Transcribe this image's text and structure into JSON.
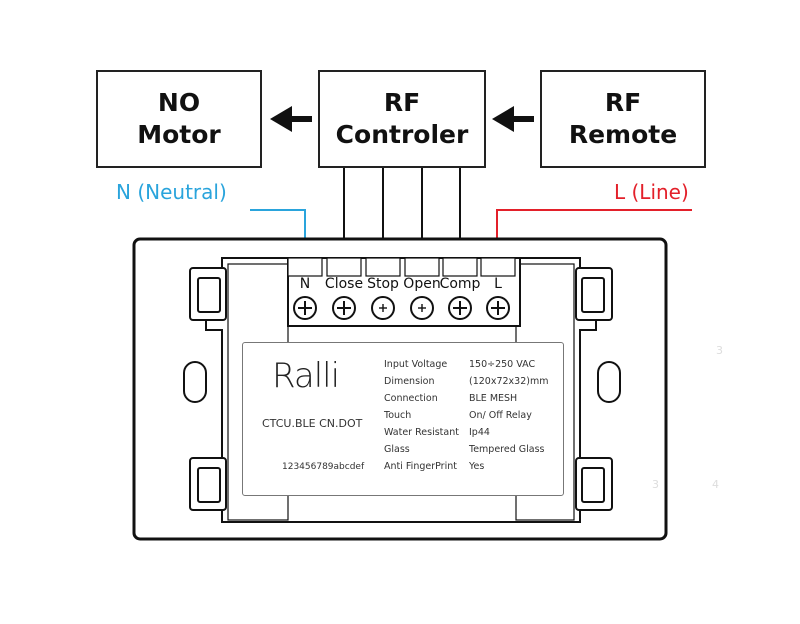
{
  "boxes": {
    "motor": {
      "line1": "NO",
      "line2": "Motor"
    },
    "controller": {
      "line1": "RF",
      "line2": "Controler"
    },
    "remote": {
      "line1": "RF",
      "line2": "Remote"
    }
  },
  "wires": {
    "neutral_label": "N (Neutral)",
    "line_label": "L (Line)",
    "neutral_color": "#2aa4dc",
    "line_color": "#e3202a"
  },
  "terminals": [
    "N",
    "Close",
    "Stop",
    "Open",
    "Comp",
    "L"
  ],
  "device_label": {
    "brand": "Ralli",
    "model": "CTCU.BLE CN.DOT",
    "serial": "123456789abcdef",
    "specs": [
      {
        "key": "Input Voltage",
        "value": "150÷250 VAC"
      },
      {
        "key": "Dimension",
        "value": "(120x72x32)mm"
      },
      {
        "key": "Connection",
        "value": "BLE MESH"
      },
      {
        "key": "Touch",
        "value": "On/ Off Relay"
      },
      {
        "key": "Water Resistant",
        "value": "Ip44"
      },
      {
        "key": "Glass",
        "value": "Tempered Glass"
      },
      {
        "key": "Anti FingerPrint",
        "value": "Yes"
      }
    ]
  },
  "faint_marks": [
    "3",
    "3",
    "4"
  ]
}
